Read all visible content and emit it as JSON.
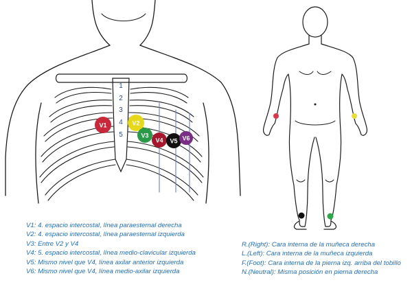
{
  "rib_numbers": [
    "1",
    "2",
    "3",
    "4",
    "5"
  ],
  "chest_electrodes": [
    {
      "label": "V1",
      "color": "#c9283a",
      "text_color": "#ffffff"
    },
    {
      "label": "V2",
      "color": "#e8d81c",
      "text_color": "#ffffff"
    },
    {
      "label": "V3",
      "color": "#2a9a48",
      "text_color": "#ffffff"
    },
    {
      "label": "V4",
      "color": "#a8182c",
      "text_color": "#ffffff"
    },
    {
      "label": "V5",
      "color": "#111111",
      "text_color": "#ffffff"
    },
    {
      "label": "V6",
      "color": "#7a2e86",
      "text_color": "#ffffff"
    }
  ],
  "limb_electrodes": [
    {
      "name": "R",
      "color": "#d83a4a"
    },
    {
      "name": "L",
      "color": "#e8dc3a"
    },
    {
      "name": "F",
      "color": "#2aa84a"
    },
    {
      "name": "N",
      "color": "#111111"
    }
  ],
  "chest_legend": [
    "V1: 4. espacio intercostal, línea paraesternal derecha",
    "V2: 4. espacio intercostal, línea paraesternal izquierda",
    "V3: Entre V2 y V4",
    "V4: 5. espacio intercostal, línea medio-clavicular izquierda",
    "V5: Mismo nivel que V4, línea axilar anterior izquierda",
    "V6: Mismo nivel que V4, línea medio-axilar izquierda"
  ],
  "limb_legend": [
    "R.(Right): Cara interna de la muñeca derecha",
    "L.(Left): Cara interna de la muñeca izquierda",
    "F.(Foot): Cara interna de la pierna izq. arriba del tobillo",
    "N.(Neutral): Misma posición en pierna derecha"
  ],
  "colors": {
    "legend_text": "#1f6fc0",
    "rib_number_text": "#2b4c9a",
    "guide_line": "#6a7fd0"
  }
}
